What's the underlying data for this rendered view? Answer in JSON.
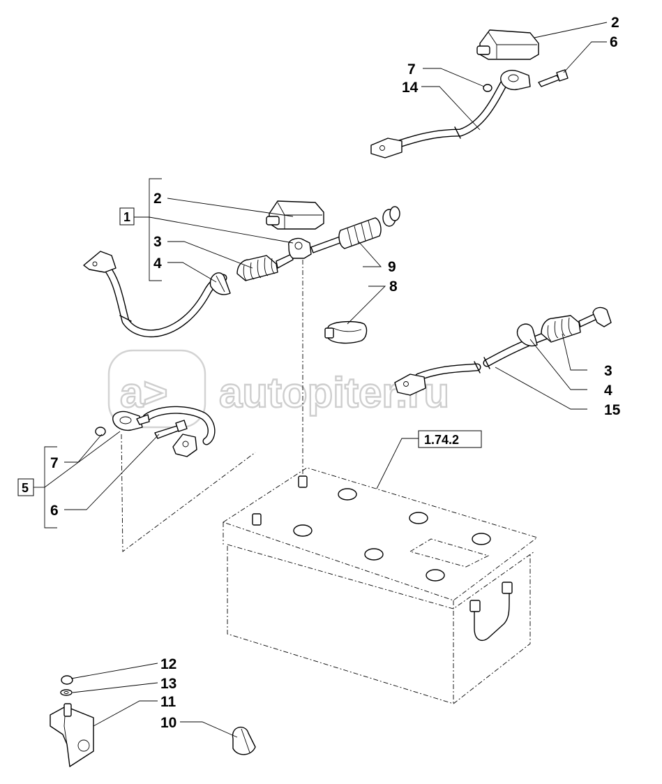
{
  "diagram": {
    "callouts": {
      "c2_top": "2",
      "c6_top": "6",
      "c7_top": "7",
      "c14": "14",
      "c2_mid": "2",
      "c3_mid": "3",
      "c4_mid": "4",
      "c9": "9",
      "c8": "8",
      "c3_right": "3",
      "c4_right": "4",
      "c15": "15",
      "c7_low": "7",
      "c6_low": "6",
      "c12": "12",
      "c13": "13",
      "c11": "11",
      "c10": "10"
    },
    "group_boxes": {
      "group1": "1",
      "group5": "5"
    },
    "reference_box": "1.74.2"
  },
  "watermark": {
    "text": "autopiter.ru",
    "logo": "a>"
  }
}
